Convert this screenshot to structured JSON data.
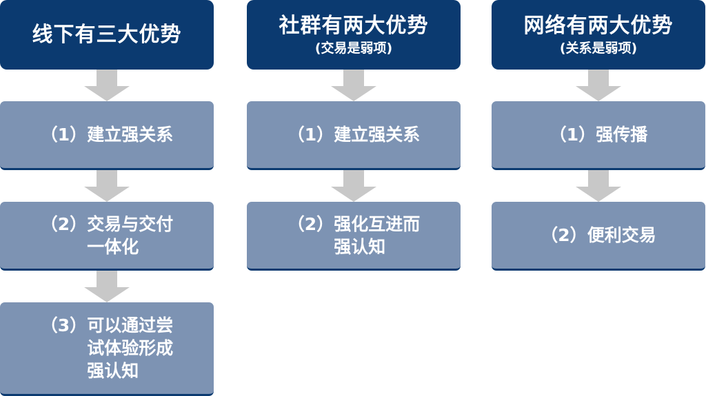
{
  "columns": [
    {
      "title": "线下有三大优势",
      "subtitle": "",
      "steps": [
        {
          "num": "（1）",
          "text": "建立强关系"
        },
        {
          "num": "（2）",
          "text": "交易与交付\n一体化"
        },
        {
          "num": "（3）",
          "text": "可以通过尝\n试体验形成\n强认知"
        }
      ]
    },
    {
      "title": "社群有两大优势",
      "subtitle": "(交易是弱项)",
      "steps": [
        {
          "num": "（1）",
          "text": "建立强关系"
        },
        {
          "num": "（2）",
          "text": "强化互进而\n强认知"
        }
      ]
    },
    {
      "title": "网络有两大优势",
      "subtitle": "(关系是弱项)",
      "steps": [
        {
          "num": "（1）",
          "text": "强传播"
        },
        {
          "num": "（2）",
          "text": "便利交易"
        }
      ]
    }
  ],
  "colors": {
    "header_bg": "#0b3a70",
    "step_bg": "#7d93b3",
    "arrow": "#c8c8c8",
    "text": "#ffffff"
  },
  "icons": {
    "arrow": "down-arrow-icon"
  }
}
